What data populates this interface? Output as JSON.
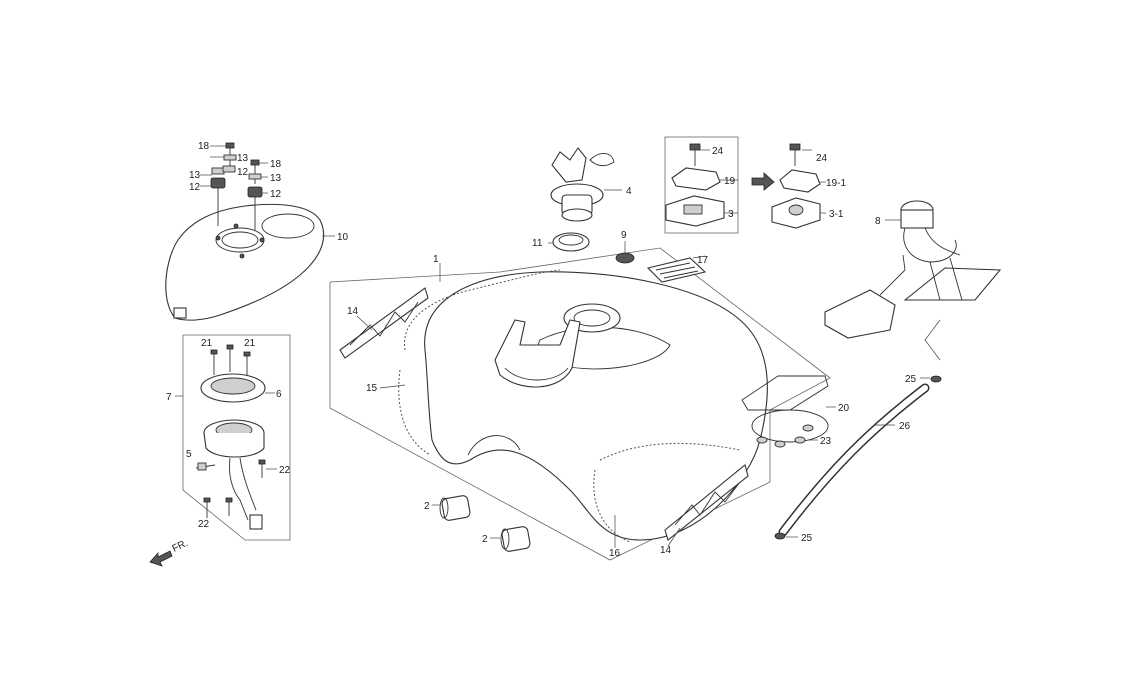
{
  "labels": {
    "l1": "1",
    "l2a": "2",
    "l2b": "2",
    "l3": "3",
    "l3_1": "3-1",
    "l4": "4",
    "l5": "5",
    "l6": "6",
    "l7": "7",
    "l8": "8",
    "l9": "9",
    "l10": "10",
    "l11": "11",
    "l12a": "12",
    "l12b": "12",
    "l12c": "12",
    "l13a": "13",
    "l13b": "13",
    "l13c": "13",
    "l14a": "14",
    "l14b": "14",
    "l15": "15",
    "l16": "16",
    "l17": "17",
    "l18a": "18",
    "l18b": "18",
    "l19": "19",
    "l19_1": "19-1",
    "l20": "20",
    "l21a": "21",
    "l21b": "21",
    "l22a": "22",
    "l22b": "22",
    "l23": "23",
    "l24a": "24",
    "l24b": "24",
    "l25a": "25",
    "l25b": "25",
    "l26": "26"
  },
  "orientation": {
    "front_marker": "FR."
  },
  "icons": {
    "front_arrow": "arrow-left-down-icon",
    "variant_arrow": "arrow-right-icon"
  }
}
